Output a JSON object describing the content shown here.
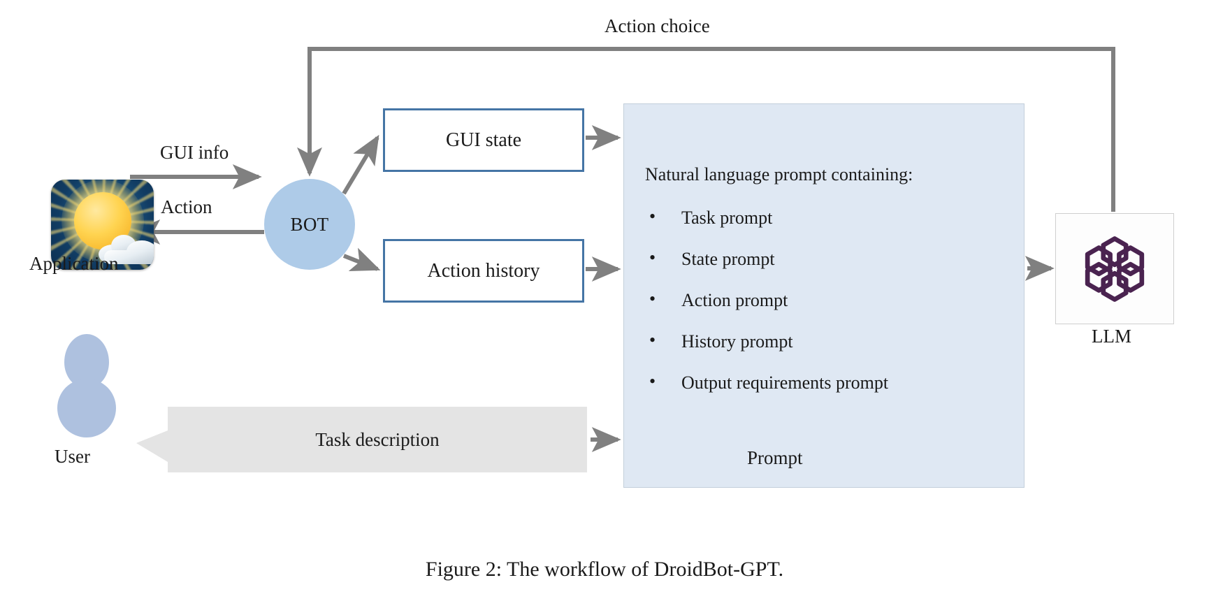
{
  "figure": {
    "caption": "Figure 2:  The workflow of DroidBot-GPT.",
    "colors": {
      "bot_fill": "#aecbe8",
      "box_border": "#4575a5",
      "prompt_fill": "#dfe8f3",
      "callout_fill": "#e4e4e4",
      "arrow": "#808080",
      "llm_logo": "#4a2350",
      "user_fill": "#aec1df"
    }
  },
  "nodes": {
    "application": {
      "label": "Application",
      "icon": "weather-app-icon"
    },
    "bot": {
      "label": "BOT"
    },
    "gui_state": {
      "label": "GUI state"
    },
    "action_history": {
      "label": "Action history"
    },
    "llm": {
      "label": "LLM",
      "icon": "openai-logo-icon"
    },
    "user": {
      "label": "User",
      "icon": "user-avatar-icon"
    },
    "task_description": {
      "label": "Task description"
    },
    "prompt": {
      "label": "Prompt",
      "heading": "Natural language prompt containing:",
      "items": [
        "Task prompt",
        "State prompt",
        "Action prompt",
        "History prompt",
        "Output requirements prompt"
      ]
    }
  },
  "edges": {
    "gui_info": "GUI info",
    "action": "Action",
    "action_choice": "Action choice"
  }
}
